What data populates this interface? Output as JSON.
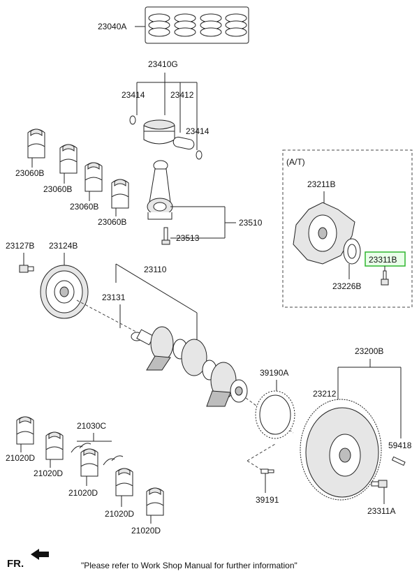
{
  "labels": {
    "piston_ring_set": "23040A",
    "piston_pin_assy": "23410G",
    "snap_ring_left": "23414",
    "piston_pin": "23412",
    "snap_ring_right": "23414",
    "main_bearing_upper_1": "23060B",
    "main_bearing_upper_2": "23060B",
    "main_bearing_upper_3": "23060B",
    "main_bearing_upper_4": "23060B",
    "connecting_rod": "23510",
    "rod_bolt": "23513",
    "pulley_bolt": "23127B",
    "damper_pulley": "23124B",
    "crankshaft": "23110",
    "crank_key": "23131",
    "at_label": "(A/T)",
    "drive_plate": "23211B",
    "adapter_plate": "23226B",
    "drive_plate_bolt": "23311B",
    "flywheel_assy": "23200B",
    "ring_gear": "23212",
    "dowel_pin": "59418",
    "flywheel_bolt": "23311A",
    "target_wheel": "39190A",
    "target_wheel_screw": "39191",
    "thrust_washer": "21030C",
    "main_bearing_lower_1": "21020D",
    "main_bearing_lower_2": "21020D",
    "main_bearing_lower_3": "21020D",
    "main_bearing_lower_4": "21020D",
    "main_bearing_lower_5": "21020D",
    "front_marker": "FR.",
    "footer_note": "\"Please refer to Work Shop Manual for further information\""
  },
  "colors": {
    "highlight_fill": "#e9ffe9",
    "highlight_border": "#2fb52f",
    "line": "#222222"
  },
  "icons": {
    "front_arrow": "arrow-front-icon"
  }
}
